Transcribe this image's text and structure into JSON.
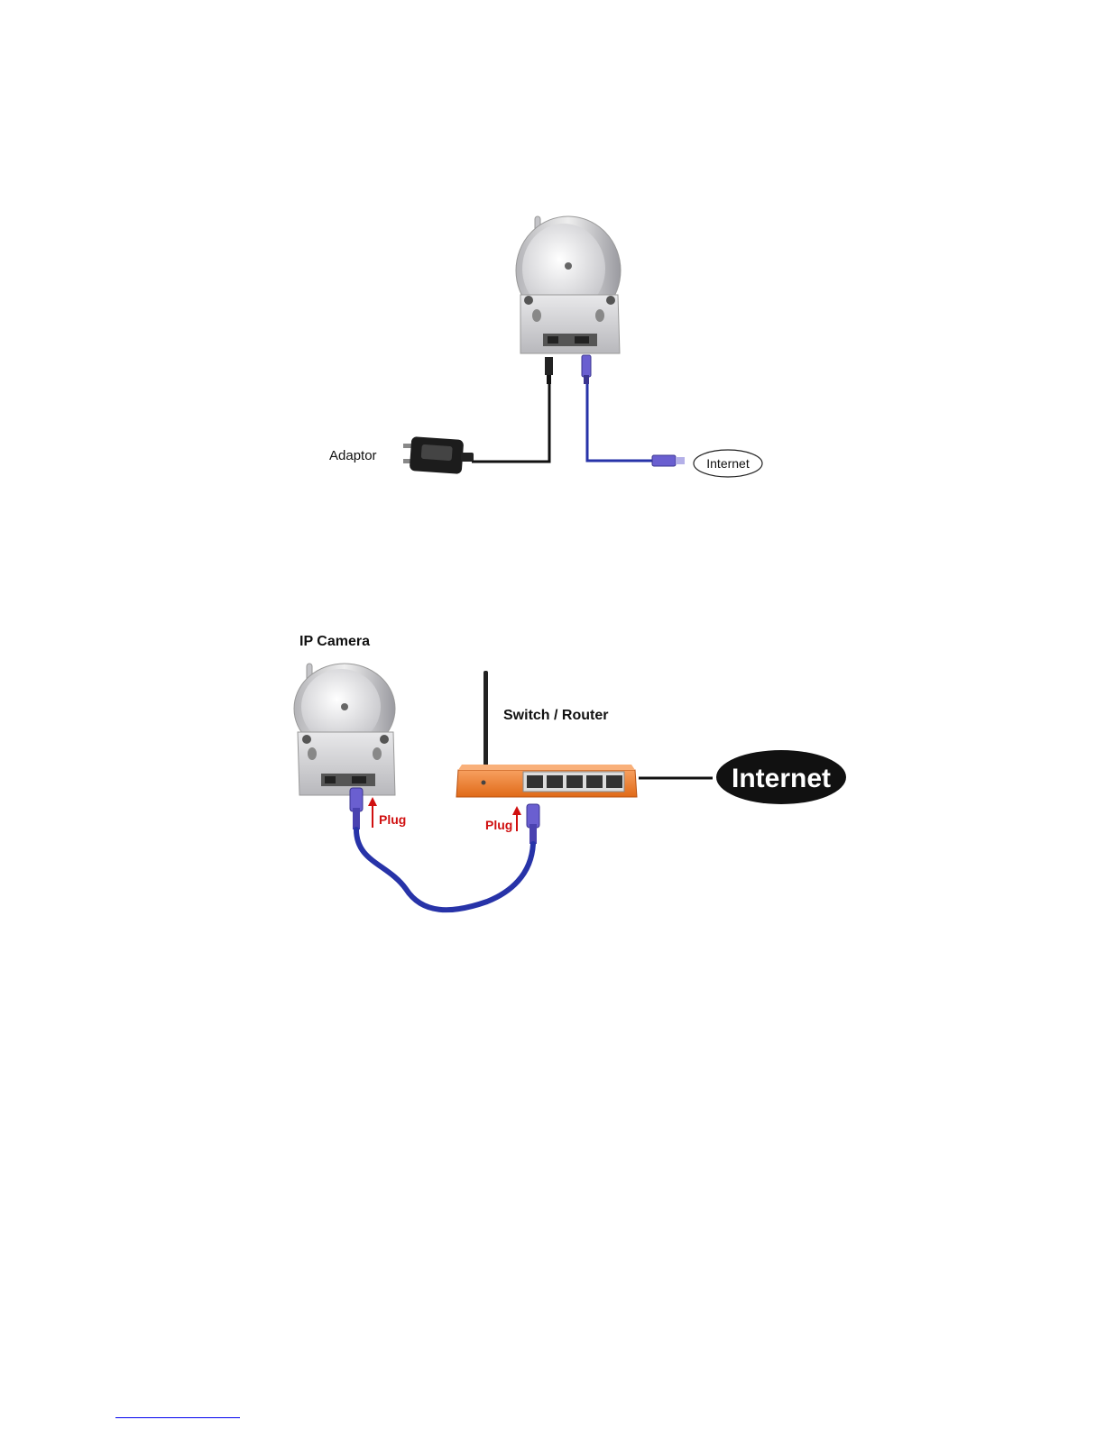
{
  "diagram1": {
    "adaptor_label": "Adaptor",
    "internet_label": "Internet"
  },
  "diagram2": {
    "camera_label": "IP Camera",
    "router_label": "Switch / Router",
    "plug_left_label": "Plug",
    "plug_right_label": "Plug",
    "internet_label": "Internet"
  },
  "colors": {
    "cable_blue": "#2733a8",
    "connector_purple": "#6a5fd0",
    "router_orange": "#f07a2a",
    "plug_red": "#d01010"
  }
}
